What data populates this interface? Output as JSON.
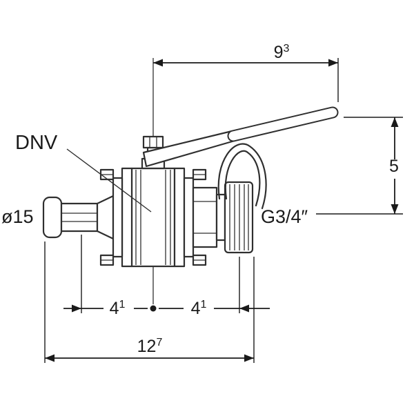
{
  "diagram": {
    "part_label": "DNV",
    "connection_labels": {
      "left": "ø15",
      "right": "G3/4″"
    },
    "dimensions": {
      "top_width": {
        "value": "9",
        "sup": "3"
      },
      "right_height": {
        "value": "5",
        "sup": ""
      },
      "bottom_left": {
        "value": "4",
        "sup": "1"
      },
      "bottom_right": {
        "value": "4",
        "sup": "1"
      },
      "overall_width": {
        "value": "12",
        "sup": "7"
      }
    },
    "colors": {
      "line": "#2f2f2f",
      "dimension": "#1a1a1a",
      "background": "#ffffff"
    }
  }
}
